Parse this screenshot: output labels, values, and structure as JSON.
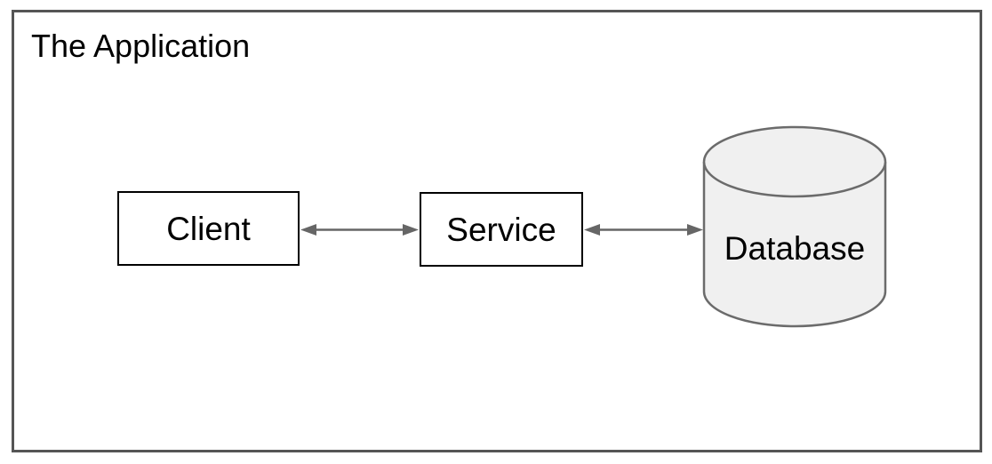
{
  "diagram": {
    "boundary_label": "The Application",
    "nodes": [
      {
        "id": "client",
        "label": "Client",
        "shape": "rectangle"
      },
      {
        "id": "service",
        "label": "Service",
        "shape": "rectangle"
      },
      {
        "id": "database",
        "label": "Database",
        "shape": "cylinder"
      }
    ],
    "connectors": [
      {
        "from": "Client",
        "to": "Service",
        "style": "double-headed-arrow"
      },
      {
        "from": "Service",
        "to": "Database",
        "style": "double-headed-arrow"
      }
    ],
    "colors": {
      "background": "#ffffff",
      "boundary_border": "#555555",
      "node_border": "#000000",
      "node_fill": "#ffffff",
      "cylinder_fill": "#f0f0f0",
      "cylinder_stroke": "#6b6b6b",
      "arrow": "#666666",
      "text": "#000000"
    }
  }
}
